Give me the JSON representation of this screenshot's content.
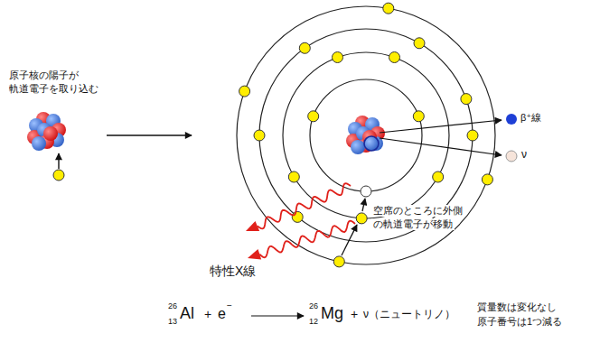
{
  "diagram": {
    "labels": [
      "原子核の陽子が",
      "軌道電子を取り込む",
      "β⁺線",
      "ν",
      "空席のところに外側",
      "の軌道電子が移動",
      "特性X線",
      "26",
      "13",
      "Al",
      "+",
      "e",
      "−",
      "26",
      "12",
      "Mg",
      "+",
      "ν（ニュートリノ）",
      "質量数は変化なし",
      "原子番号は1つ減る"
    ]
  }
}
